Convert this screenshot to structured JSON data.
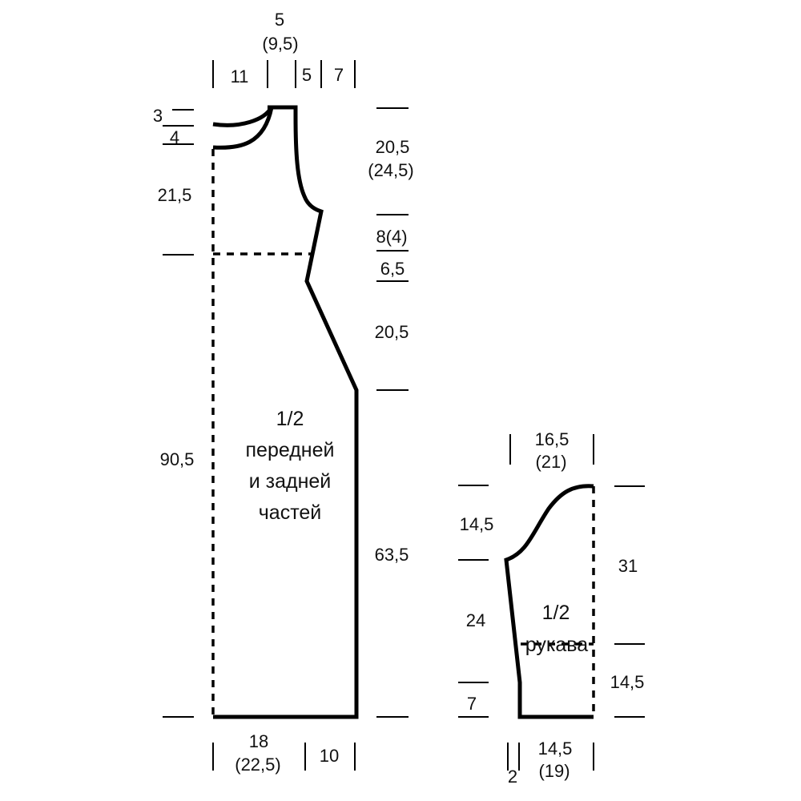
{
  "body_piece": {
    "title": [
      "1/2",
      "передней",
      "и задней",
      "частей"
    ],
    "top_widths": {
      "neck_label": "5",
      "neck_label_alt": "(9,5)",
      "left": "11",
      "shoulder": "5",
      "armhole": "7"
    },
    "left_side": {
      "neck_top": "3",
      "neck_bottom": "4",
      "armhole_depth": "21,5",
      "total_length": "90,5"
    },
    "right_side": {
      "armhole": "20,5",
      "armhole_alt": "(24,5)",
      "upper_shaping": "8(4)",
      "lower_shaping": "6,5",
      "taper": "20,5",
      "side_seam": "63,5"
    },
    "bottom_widths": {
      "center": "18",
      "center_alt": "(22,5)",
      "side": "10"
    }
  },
  "sleeve_piece": {
    "title": [
      "1/2",
      "рукава"
    ],
    "top_width": "16,5",
    "top_width_alt": "(21)",
    "left_side": {
      "cap": "14,5",
      "middle": "24",
      "bottom": "7"
    },
    "right_side": {
      "upper": "31",
      "lower": "14,5"
    },
    "bottom_widths": {
      "offset": "2",
      "cuff": "14,5",
      "cuff_alt": "(19)"
    }
  },
  "colors": {
    "lines": "#000000",
    "text": "#111111",
    "background": "#ffffff"
  }
}
